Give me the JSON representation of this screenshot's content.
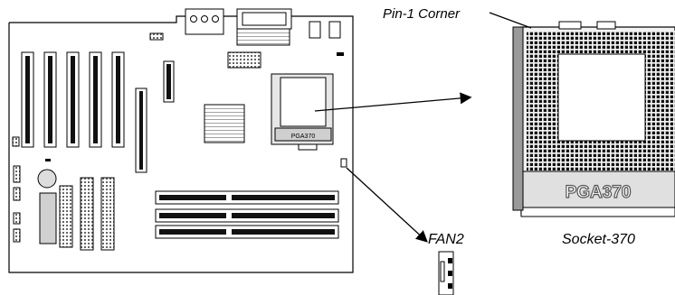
{
  "labels": {
    "pin1_corner": "Pin-1 Corner",
    "fan2": "FAN2",
    "socket370": "Socket-370",
    "pga_small": "PGA370",
    "pga_large": "PGA370"
  },
  "colors": {
    "board_outline": "#000000",
    "slot_dark": "#1a1a1a",
    "socket_fill": "#e6e6e6",
    "socket_body": "#cfcfcf",
    "pin_grid": "#111111",
    "lever": "#9a9a9a",
    "background": "#ffffff"
  }
}
